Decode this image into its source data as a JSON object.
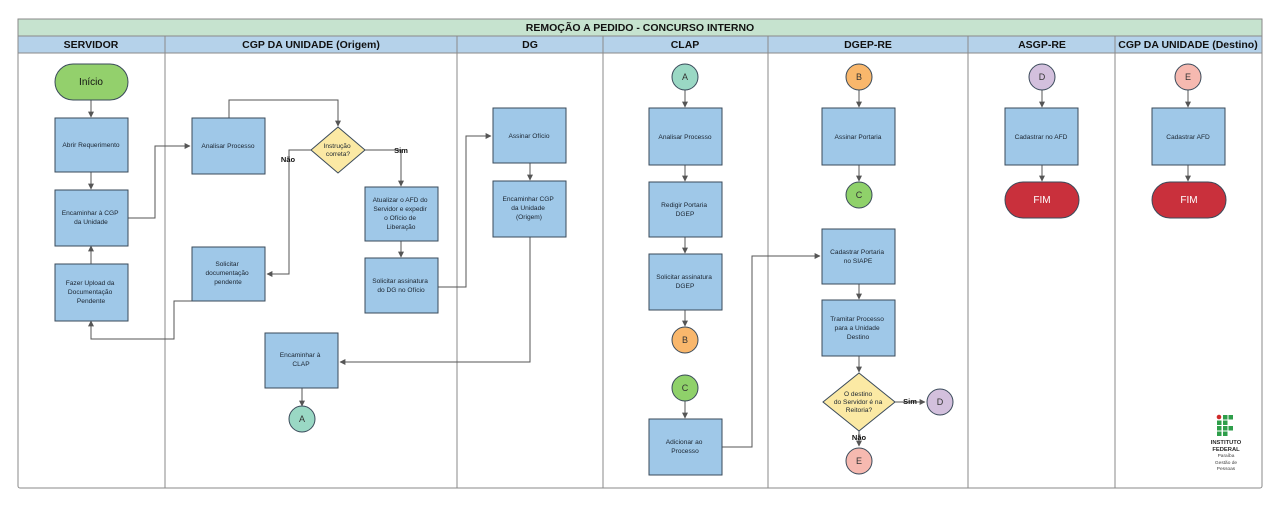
{
  "title": "REMOÇÃO A PEDIDO - CONCURSO INTERNO",
  "lanes": [
    "SERVIDOR",
    "CGP DA UNIDADE (Origem)",
    "DG",
    "CLAP",
    "DGEP-RE",
    "ASGP-RE",
    "CGP DA UNIDADE (Destino)"
  ],
  "start_label": "Início",
  "processes": {
    "abrir": [
      "Abrir Requerimento"
    ],
    "encaminhar_cgp": [
      "Encaminhar à CGP",
      "da Unidade"
    ],
    "upload": [
      "Fazer Upload da",
      "Documentação",
      "Pendente"
    ],
    "analisar": [
      "Analisar Processo"
    ],
    "solicitar_doc": [
      "Solicitar",
      "documentação",
      "pendente"
    ],
    "atualizar": [
      "Atualizar o AFD do",
      "Servidor e expedir",
      "o Ofício de",
      "Liberação"
    ],
    "solicitar_dg": [
      "Solicitar assinatura",
      "do DG no Ofício"
    ],
    "encaminhar_clap": [
      "Encaminhar à",
      "CLAP"
    ],
    "assinar_oficio": [
      "Assinar Ofício"
    ],
    "encaminhar_origem": [
      "Encaminhar CGP",
      "da Unidade",
      "(Origem)"
    ],
    "clap_analisar": [
      "Analisar Processo"
    ],
    "redigir": [
      "Redigir Portaria",
      "DGEP"
    ],
    "solicitar_dgep": [
      "Solicitar assinatura",
      "DGEP"
    ],
    "adicionar": [
      "Adicionar ao",
      "Processo"
    ],
    "assinar_portaria": [
      "Assinar Portaria"
    ],
    "cadastrar_siape": [
      "Cadastrar Portaria",
      "no SIAPE"
    ],
    "tramitar": [
      "Tramitar Processo",
      "para a Unidade",
      "Destino"
    ],
    "cadastrar_afd_asgp": [
      "Cadastrar no AFD"
    ],
    "cadastrar_afd_dest": [
      "Cadastrar AFD"
    ]
  },
  "decisions": {
    "instrucao": [
      "Instrução",
      "correta?"
    ],
    "destino": [
      "O destino",
      "do Servidor é na",
      "Reitoria?"
    ]
  },
  "edge_labels": {
    "sim_1": "Sim",
    "nao_1": "Não",
    "sim_2": "Sim",
    "nao_2": "Não"
  },
  "connectors": {
    "a": "A",
    "b": "B",
    "c": "C",
    "d": "D",
    "e": "E"
  },
  "end_label": "FIM",
  "logo": {
    "line1": "INSTITUTO",
    "line2": "FEDERAL",
    "line3": "Paraíba",
    "line4": "Gestão de",
    "line5": "Pessoas"
  },
  "colors": {
    "process_fill": "#9fc8e8",
    "process_stroke": "#3a4a5a",
    "lane_header": "#b5d2ea",
    "title_bar": "#c6e3cf",
    "start_fill": "#93d06c",
    "decision_fill": "#fbe9a4",
    "end_fill": "#c9303c",
    "conn_a": "#9ad8c4",
    "conn_b": "#f9b76c",
    "conn_c": "#8fd16a",
    "conn_d": "#d3c0dd",
    "conn_e": "#f6b9b0",
    "logo_green": "#2e9e4a",
    "logo_red": "#cf2a2a"
  }
}
